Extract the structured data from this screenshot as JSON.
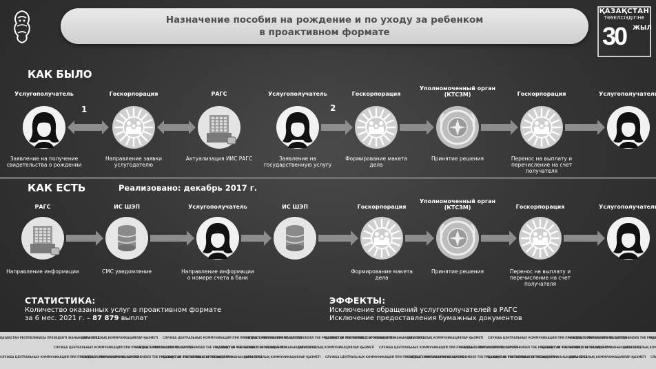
{
  "header": {
    "title_line1": "Назначение пособия на рождение и по уходу за ребенком",
    "title_line2": "в проактивном формате",
    "kz_line1": "ҚАЗАҚСТАН",
    "kz_line2": "ТӘУЕЛСІЗДІГІНЕ",
    "kz_number": "30",
    "kz_years": "ЖЫЛ"
  },
  "before": {
    "heading": "КАК БЫЛО",
    "step1": "1",
    "step2": "2",
    "nodes": [
      {
        "label": "Услугополучатель",
        "caption": "Заявление на получение свидетельства о рождении",
        "icon": "woman-avatar-icon"
      },
      {
        "label": "Госкорпорация",
        "caption": "Направление заявки услугодателю",
        "icon": "people-sun-emblem-icon"
      },
      {
        "label": "РАГС",
        "caption": "Актуализация ИИС РАГС",
        "icon": "building-icon"
      },
      {
        "label": "Услугополучатель",
        "caption": "Заявление на государственную услугу",
        "icon": "woman-avatar-icon"
      },
      {
        "label": "Госкорпорация",
        "caption": "Формирование макета дела",
        "icon": "people-sun-emblem-icon"
      },
      {
        "label": "Уполномоченный орган (КТСЗМ)",
        "caption": "Принятие решения",
        "icon": "state-emblem-icon"
      },
      {
        "label": "Госкорпорация",
        "caption": "Перенос на выплату и перечисление на счет получателя",
        "icon": "people-sun-emblem-icon"
      },
      {
        "label": "Услугополучатель",
        "caption": "",
        "icon": "woman-avatar-icon"
      }
    ]
  },
  "after": {
    "heading": "КАК ЕСТЬ",
    "realized": "Реализовано: декабрь 2017 г.",
    "nodes": [
      {
        "label": "РАГС",
        "caption": "Направление информации",
        "icon": "building-icon"
      },
      {
        "label": "ИС ШЭП",
        "caption": "СМС уведомление",
        "icon": "database-icon"
      },
      {
        "label": "Услугополучатель",
        "caption": "Направление информации о номере счета в банк",
        "icon": "woman-avatar-icon"
      },
      {
        "label": "ИС ШЭП",
        "caption": "",
        "icon": "database-icon"
      },
      {
        "label": "Госкорпорация",
        "caption": "Формирование макета дела",
        "icon": "people-sun-emblem-icon"
      },
      {
        "label": "Уполномоченный орган (КТСЗМ)",
        "caption": "Принятие решения",
        "icon": "state-emblem-icon"
      },
      {
        "label": "Госкорпорация",
        "caption": "Перенос на выплату и перечисление на счет получателя",
        "icon": "people-sun-emblem-icon"
      },
      {
        "label": "Услугополучатель",
        "caption": "",
        "icon": "woman-avatar-icon"
      }
    ]
  },
  "stats": {
    "title": "СТАТИСТИКА:",
    "line1": "Количество оказанных услуг в проактивном формате",
    "line2_prefix": "за 6 мес. 2021 г. – ",
    "line2_value": "87 879",
    "line2_suffix": " выплат"
  },
  "effects": {
    "title": "ЭФФЕКТЫ:",
    "line1": "Исключение обращений услугополучателей в РАГС",
    "line2": "Исключение предоставления бумажных документов"
  },
  "footer": {
    "items": [
      "ҚАЗАҚСТАН РЕСПУБЛИКАСЫ ПРЕЗИДЕНТІ ЖАНЫНДАҒЫ ОРТАЛЫҚ КОММУНИКАЦИЯЛАР ҚЫЗМЕТІ",
      "SERVICE.KZ",
      "СЛУЖБА ЦЕНТРАЛЬНЫХ КОММУНИКАЦИЙ ПРИ ПРЕЗИДЕНТЕ РЕСПУБЛИКИ КАЗАХСТАН",
      "CENTRAL COMMUNICATIONS SERVICE UNDER THE PRESIDENT OF THE REPUBLIC OF KAZAKHSTAN"
    ]
  },
  "colors": {
    "accent": "#ffffff",
    "banner": "#dcdcdc",
    "background": "#3a3a3a",
    "arrow": "#8a8a8a"
  }
}
